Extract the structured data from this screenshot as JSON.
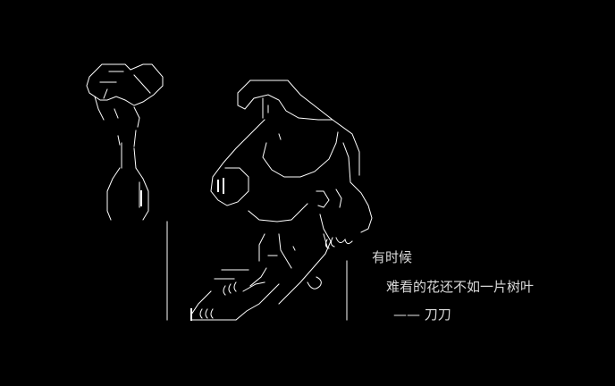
{
  "colors": {
    "background": "#000000",
    "text": "#d8d8d8",
    "line_art": "#ffffff"
  },
  "quote": {
    "line1": "有时候",
    "line2": "难看的花还不如一片树叶",
    "line3": "——  刀刀"
  }
}
